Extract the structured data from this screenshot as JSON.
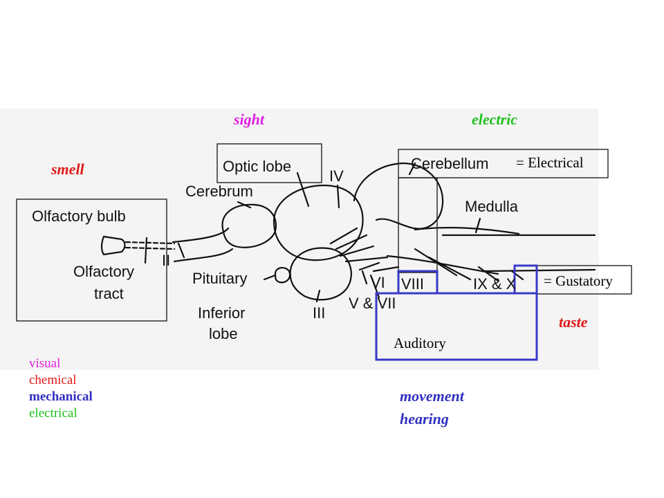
{
  "sense_labels": {
    "sight": "sight",
    "electric": "electric",
    "smell": "smell",
    "taste": "taste",
    "movement": "movement",
    "hearing": "hearing"
  },
  "annotations": {
    "electrical": "= Electrical",
    "gustatory": "= Gustatory",
    "auditory": "Auditory"
  },
  "legend": {
    "visual": "visual",
    "chemical": "chemical",
    "mechanical": "mechanical",
    "electrical": "electrical"
  },
  "brain_labels": {
    "optic_lobe": "Optic lobe",
    "cerebellum": "Cerebellum",
    "cerebrum": "Cerebrum",
    "medulla": "Medulla",
    "olfactory_bulb": "Olfactory bulb",
    "olfactory_tract_1": "Olfactory",
    "olfactory_tract_2": "tract",
    "pituitary": "Pituitary",
    "inferior_lobe_1": "Inferior",
    "inferior_lobe_2": "lobe",
    "nerve_ii": "II",
    "nerve_iii": "III",
    "nerve_iv": "IV",
    "nerve_vi": "VI",
    "nerve_v_vii": "V & VII",
    "nerve_viii": "VIII",
    "nerve_ix_x": "IX & X"
  },
  "colors": {
    "visual": "#e020e0",
    "chemical": "#e01818",
    "mechanical": "#3030c0",
    "electrical": "#20c020",
    "box_blue": "#3838c8"
  }
}
